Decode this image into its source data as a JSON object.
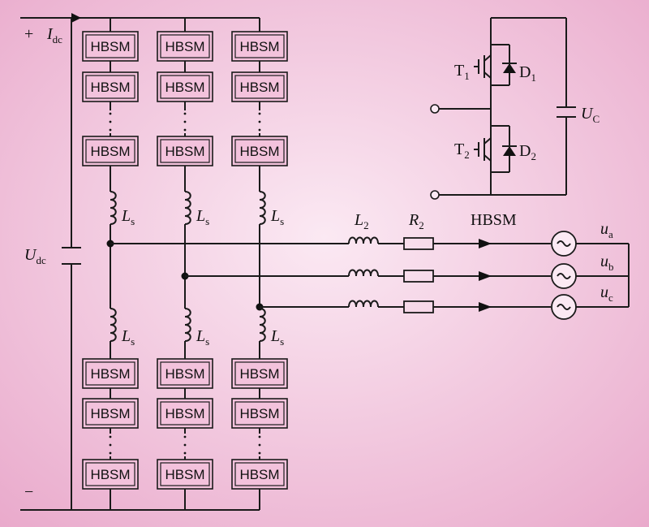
{
  "colors": {
    "background_light": "#fbe9f3",
    "background_edge": "#e9a9cb",
    "ink": "#1a1a1a"
  },
  "module_label": "HBSM",
  "dots": "·\n·\n·",
  "dc": {
    "plus": "+",
    "minus": "−",
    "current_main": "I",
    "current_sub": "dc",
    "voltage_main": "U",
    "voltage_sub": "dc"
  },
  "arm_inductor": {
    "main": "L",
    "sub": "s"
  },
  "ac_filter": {
    "inductor_main": "L",
    "inductor_sub": "2",
    "resistor_main": "R",
    "resistor_sub": "2"
  },
  "submodule_title": "HBSM",
  "sources": [
    {
      "main": "u",
      "sub": "a"
    },
    {
      "main": "u",
      "sub": "b"
    },
    {
      "main": "u",
      "sub": "c"
    }
  ],
  "submodule": {
    "t1_main": "T",
    "t1_sub": "1",
    "d1_main": "D",
    "d1_sub": "1",
    "t2_main": "T",
    "t2_sub": "2",
    "d2_main": "D",
    "d2_sub": "2",
    "cap_main": "U",
    "cap_sub": "C"
  }
}
